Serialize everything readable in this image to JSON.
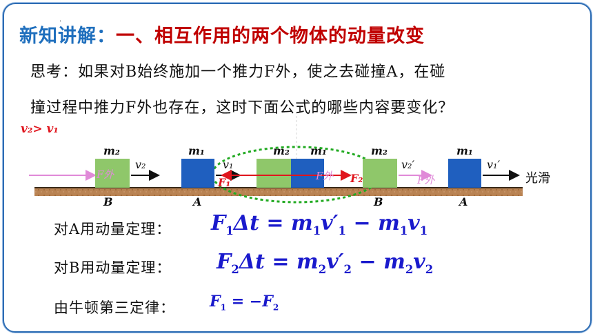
{
  "slide": {
    "title_prefix": "新知讲解：",
    "title_main": "一、相互作用的两个物体的动量改变",
    "think_line1": "思考：如果对B始终施加一个推力F外，使之去碰撞A，在碰",
    "think_line2": "撞过程中推力F外也存在，这时下面公式的哪些内容要变化？"
  },
  "diagram": {
    "condition": "v₂> v₁",
    "ground_label": "光滑",
    "mass_b": "m₂",
    "mass_a": "m₁",
    "v2": "v₂",
    "v1": "v₁",
    "v2_prime": "v₂′",
    "v1_prime": "v₁′",
    "f_ext": "F外",
    "f1": "F₁",
    "f2": "F₂",
    "label_b": "B",
    "label_a": "A",
    "colors": {
      "block_b": "#8fc76a",
      "block_a": "#1f5fbf",
      "ground": "#b07a4a",
      "push_arrow": "#e08ad8",
      "force_arrow": "#e0151d",
      "dashed": "#22aa22"
    }
  },
  "formulas": {
    "a_label": "对A用动量定理：",
    "a_expr": {
      "F": "F",
      "F_sub": "1",
      "dt": "Δt = ",
      "m1": "m",
      "m1_sub": "1",
      "v1p": "v′",
      "v1p_sub": "1",
      "minus": " − ",
      "m1b": "m",
      "m1b_sub": "1",
      "v1": "v",
      "v1_sub": "1"
    },
    "b_label": "对B用动量定理：",
    "b_expr": {
      "F": "F",
      "F_sub": "2",
      "dt": "Δt = ",
      "m2": "m",
      "m2_sub": "2",
      "v2p": "v′",
      "v2p_sub": "2",
      "minus": " − ",
      "m2b": "m",
      "m2b_sub": "2",
      "v2": "v",
      "v2_sub": "2"
    },
    "third_label": "由牛顿第三定律：",
    "third_expr": {
      "F1": "F",
      "F1_sub": "1",
      "eq": " = −",
      "F2": "F",
      "F2_sub": "2"
    }
  }
}
